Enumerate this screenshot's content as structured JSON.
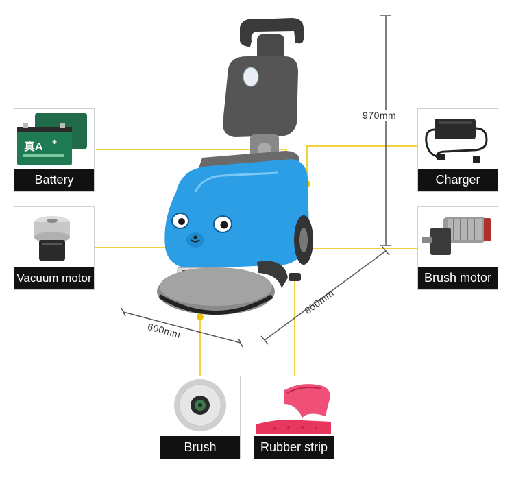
{
  "dimensions": {
    "height": "970mm",
    "width": "600mm",
    "depth": "800mm"
  },
  "battery_brand": "真A",
  "components": [
    {
      "key": "battery",
      "label": "Battery"
    },
    {
      "key": "charger",
      "label": "Charger"
    },
    {
      "key": "vacuum_motor",
      "label": "Vacuum motor"
    },
    {
      "key": "brush_motor",
      "label": "Brush motor"
    },
    {
      "key": "brush",
      "label": "Brush"
    },
    {
      "key": "rubber_strip",
      "label": "Rubber strip"
    }
  ],
  "colors": {
    "machine_body": "#2b9ee6",
    "leader_line": "#f2c200",
    "label_bg": "#111111",
    "dimension_line": "#555555"
  }
}
